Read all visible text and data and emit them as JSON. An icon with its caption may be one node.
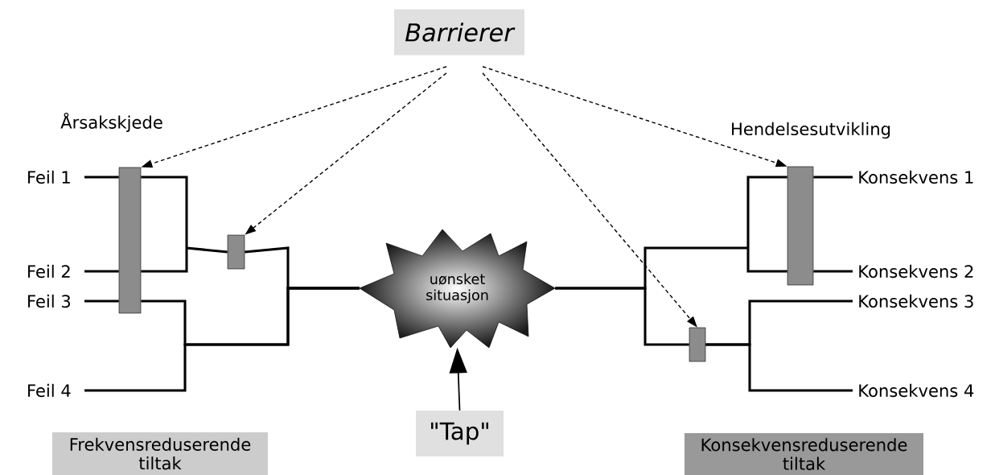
{
  "diagram": {
    "nodes": [
      {
        "text": [
          "Barrierer"
        ]
      },
      {
        "text": [
          "Feil 1"
        ]
      },
      {
        "text": [
          "Feil 2"
        ]
      },
      {
        "text": [
          "Feil 3"
        ]
      },
      {
        "text": [
          "Feil 4"
        ]
      },
      {
        "text": [],
        "shape": "bar"
      },
      {
        "text": [],
        "shape": "bar"
      },
      {
        "text": [
          "uønsket situasjon"
        ]
      },
      {
        "text": [
          "\"Tap\""
        ]
      },
      {
        "text": [],
        "shape": "bar"
      },
      {
        "text": [],
        "shape": "bar"
      },
      {
        "text": [
          "Konsekvens 1"
        ]
      },
      {
        "text": [
          "Konsekvens 2"
        ]
      },
      {
        "text": [
          "Konsekvens 3"
        ]
      },
      {
        "text": [
          "Konsekvens 4"
        ]
      },
      {
        "text": [
          "Frekvensreduserende tiltak"
        ]
      },
      {
        "text": [
          "Konsekvensreduserende tiltak"
        ]
      }
    ],
    "edges": [
      {
        "from": 0,
        "to": 5,
        "arrow": "to",
        "style": "dashed"
      },
      {
        "from": 0,
        "to": 6,
        "arrow": "to",
        "style": "dashed"
      },
      {
        "from": 0,
        "to": 10,
        "arrow": "to",
        "style": "dashed"
      },
      {
        "from": 0,
        "to": 9,
        "arrow": "to",
        "style": "dashed"
      },
      {
        "from": 1,
        "to": 5,
        "arrow": "none"
      },
      {
        "from": 2,
        "to": 5,
        "arrow": "none"
      },
      {
        "from": 3,
        "to": 5,
        "arrow": "none"
      },
      {
        "from": 5,
        "to": 6,
        "arrow": "none"
      },
      {
        "from": 6,
        "to": 7,
        "arrow": "none"
      },
      {
        "from": 5,
        "to": 7,
        "arrow": "none"
      },
      {
        "from": 4,
        "to": 7,
        "arrow": "none"
      },
      {
        "from": 7,
        "to": 9,
        "arrow": "none"
      },
      {
        "from": 9,
        "to": 11,
        "arrow": "none"
      },
      {
        "from": 9,
        "to": 12,
        "arrow": "none"
      },
      {
        "from": 7,
        "to": 10,
        "arrow": "none"
      },
      {
        "from": 10,
        "to": 13,
        "arrow": "none"
      },
      {
        "from": 10,
        "to": 14,
        "arrow": "none"
      },
      {
        "from": 8,
        "to": 7,
        "arrow": "to"
      }
    ],
    "labels": [
      "Årsakskjede",
      "Hendelsesutvikling"
    ]
  }
}
